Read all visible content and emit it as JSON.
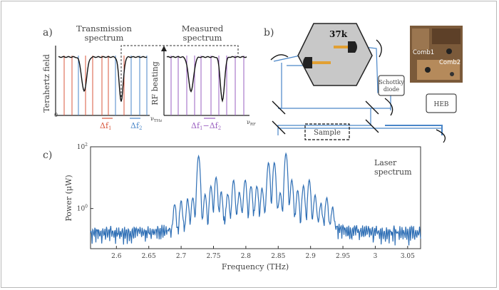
{
  "panel_a": {
    "label": "a)",
    "transmission_title": [
      "Transmission",
      "spectrum"
    ],
    "measured_title": [
      "Measured",
      "spectrum"
    ],
    "y_left": "Terahertz field",
    "y_right": "RF beating",
    "x_left": "ν",
    "x_left_sub": "THz",
    "x_right": "ν",
    "x_right_sub": "RF",
    "origin": "0",
    "df1": "Δf",
    "df1_sub": "1",
    "df2": "Δf",
    "df2_sub": "2",
    "dfdiff": "Δf",
    "dfdiff_sub1": "1",
    "dfdiff_mid": "−Δf",
    "dfdiff_sub2": "2",
    "colors": {
      "red": "#d8573c",
      "blue": "#4a86c8",
      "purple": "#9a5fc0"
    }
  },
  "panel_b": {
    "label": "b)",
    "cryostat_label": "37k",
    "schottky_label": [
      "Schottky",
      "diode"
    ],
    "heb_label": "HEB",
    "sample_label": "Sample",
    "comb1_label": "Comb1",
    "comb2_label": "Comb2",
    "beam_color": "#4a86c8"
  },
  "panel_c": {
    "label": "c)",
    "annotation": [
      "Laser",
      "spectrum"
    ]
  },
  "chart_data": {
    "type": "line",
    "xlabel": "Frequency (THz)",
    "ylabel": "Power (μW)",
    "xlim": [
      2.56,
      3.07
    ],
    "y_scale": "log",
    "ylim": [
      0.05,
      100
    ],
    "xticks": [
      "2.6",
      "2.65",
      "2.7",
      "2.75",
      "2.8",
      "2.85",
      "2.9",
      "2.95",
      "3",
      "3.05"
    ],
    "yticks": [
      {
        "base": "10",
        "exp": "2",
        "value": 100
      },
      {
        "base": "10",
        "exp": "0",
        "value": 1
      }
    ],
    "series_color": "#2f6fb5",
    "peaks": [
      {
        "x": 2.727,
        "y": 50
      },
      {
        "x": 2.737,
        "y": 2.5
      },
      {
        "x": 2.746,
        "y": 5
      },
      {
        "x": 2.754,
        "y": 10
      },
      {
        "x": 2.762,
        "y": 3
      },
      {
        "x": 2.772,
        "y": 2.5
      },
      {
        "x": 2.781,
        "y": 8
      },
      {
        "x": 2.79,
        "y": 3
      },
      {
        "x": 2.799,
        "y": 8
      },
      {
        "x": 2.808,
        "y": 5
      },
      {
        "x": 2.817,
        "y": 5
      },
      {
        "x": 2.825,
        "y": 4
      },
      {
        "x": 2.835,
        "y": 30
      },
      {
        "x": 2.844,
        "y": 30
      },
      {
        "x": 2.853,
        "y": 3
      },
      {
        "x": 2.862,
        "y": 60
      },
      {
        "x": 2.871,
        "y": 8
      },
      {
        "x": 2.88,
        "y": 3.5
      },
      {
        "x": 2.889,
        "y": 5
      },
      {
        "x": 2.898,
        "y": 8
      },
      {
        "x": 2.907,
        "y": 2.5
      },
      {
        "x": 2.916,
        "y": 1.2
      },
      {
        "x": 2.925,
        "y": 2
      },
      {
        "x": 2.934,
        "y": 0.9
      },
      {
        "x": 2.69,
        "y": 1.2
      },
      {
        "x": 2.7,
        "y": 1.5
      },
      {
        "x": 2.71,
        "y": 1.8
      },
      {
        "x": 2.718,
        "y": 2
      }
    ]
  }
}
